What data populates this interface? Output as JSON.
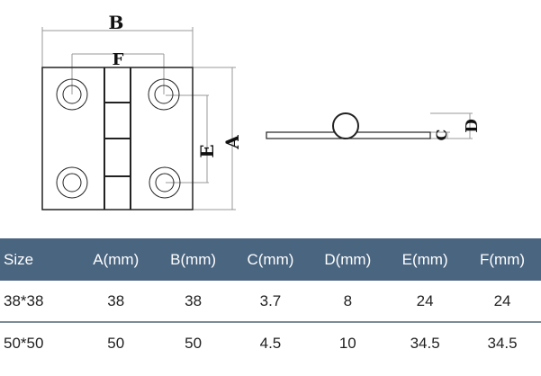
{
  "diagram": {
    "labels": {
      "A": "A",
      "B": "B",
      "C": "C",
      "D": "D",
      "E": "E",
      "F": "F"
    }
  },
  "table": {
    "headers": [
      "Size",
      "A(mm)",
      "B(mm)",
      "C(mm)",
      "D(mm)",
      "E(mm)",
      "F(mm)"
    ],
    "rows": [
      [
        "38*38",
        "38",
        "38",
        "3.7",
        "8",
        "24",
        "24"
      ],
      [
        "50*50",
        "50",
        "50",
        "4.5",
        "10",
        "34.5",
        "34.5"
      ]
    ]
  },
  "colors": {
    "header_bg": "#4a6580",
    "header_text": "#ffffff"
  }
}
